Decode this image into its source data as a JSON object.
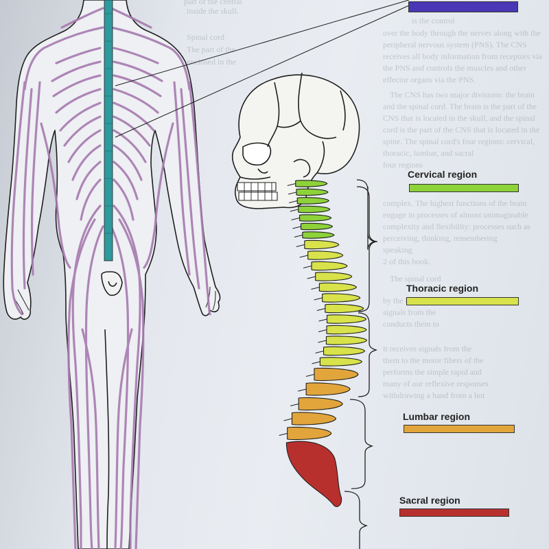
{
  "regions": [
    {
      "label": "Cervical region",
      "color": "#8ed23a"
    },
    {
      "label": "Thoracic region",
      "color": "#d8e24a"
    },
    {
      "label": "Lumbar region",
      "color": "#e2a53c"
    },
    {
      "label": "Sacral region",
      "color": "#b8302e"
    }
  ],
  "top_swatch": {
    "color": "#4a37b5"
  },
  "background_text": {
    "col1": [
      "part of the central",
      "inside the skull.",
      "Spinal cord",
      "The part of the",
      "enclosed in the"
    ],
    "col2": [
      "is the control",
      "over the body through the nerves along with the",
      "peripheral nervous system (PNS). The CNS",
      "receives all body information from receptors via",
      "the PNS and controls the muscles and other",
      "effector organs via the PNS.",
      "The CNS has two major divisions: the brain",
      "and the spinal cord. The brain is the part of the",
      "CNS that is located in the skull, and the spinal",
      "cord is the part of the CNS that is located in the",
      "spine. The spinal cord's four regions: cervical,",
      "thoracic, lumbar, and sacral",
      "four regions",
      "complex. The highest functions of the brain",
      "engage in processes of almost unimaginable",
      "complexity and flexibility: processes such as",
      "perceiving, thinking, remembering",
      "speaking",
      "2 of this book.",
      "The spinal cord",
      "by the brain and",
      "signals from the",
      "conducts them to",
      "it receives signals from the",
      "them to the motor fibers of the",
      "performs the simple rapid and",
      "many of our reflexive responses",
      "withdrawing a hand from a hot"
    ]
  },
  "colors": {
    "nerves": "#a77aaf",
    "spinal_cord": "#2f9a9e",
    "outline": "#1e1e1e"
  }
}
